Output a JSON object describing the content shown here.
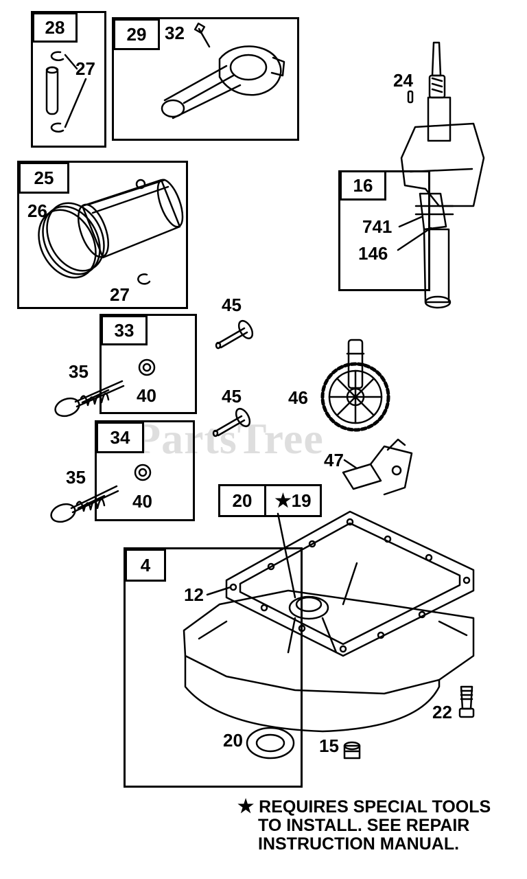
{
  "watermark": "PartsTree",
  "groups": {
    "g28": "28",
    "g29": "29",
    "g25": "25",
    "g16": "16",
    "g33": "33",
    "g34": "34",
    "g20": "20",
    "g19": "19",
    "g4": "4"
  },
  "star_glyph": "★",
  "parts": {
    "p32": "32",
    "p27a": "27",
    "p24": "24",
    "p26": "26",
    "p27b": "27",
    "p741": "741",
    "p146": "146",
    "p45a": "45",
    "p35a": "35",
    "p40a": "40",
    "p46": "46",
    "p45b": "45",
    "p35b": "35",
    "p40b": "40",
    "p47": "47",
    "p12": "12",
    "p22": "22",
    "p20": "20",
    "p15": "15"
  },
  "note": {
    "star": "★",
    "line1": "REQUIRES SPECIAL TOOLS",
    "line2": "TO INSTALL.  SEE REPAIR",
    "line3": "INSTRUCTION MANUAL."
  }
}
